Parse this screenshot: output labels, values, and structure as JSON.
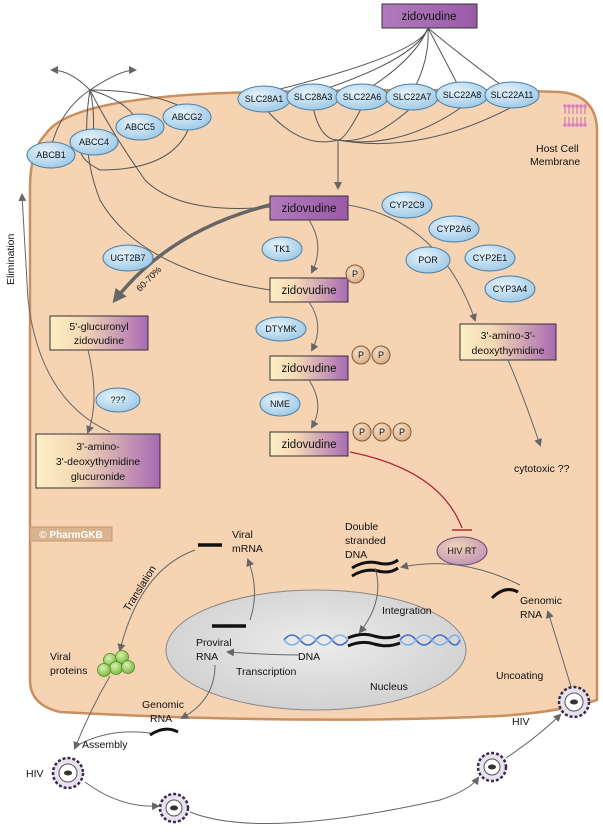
{
  "top_drug": "zidovudine",
  "membrane_label_1": "Host Cell",
  "membrane_label_2": "Membrane",
  "elimination": "Elimination",
  "importers": [
    "SLC28A1",
    "SLC28A3",
    "SLC22A6",
    "SLC22A7",
    "SLC22A8",
    "SLC22A11"
  ],
  "exporters": [
    "ABCB1",
    "ABCC4",
    "ABCC5",
    "ABCG2"
  ],
  "center_drug": "zidovudine",
  "enzymes": {
    "ugt": "UGT2B7",
    "tk1": "TK1",
    "dtymk": "DTYMK",
    "nme": "NME",
    "unknown": "???",
    "cyp2c9": "CYP2C9",
    "cyp2a6": "CYP2A6",
    "por": "POR",
    "cyp2e1": "CYP2E1",
    "cyp3a4": "CYP3A4"
  },
  "percent": "60-70%",
  "glucuronyl_1": "5'-glucuronyl",
  "glucuronyl_2": "zidovudine",
  "gluc_1": "3'-amino-",
  "gluc_2": "3'-deoxythymidine",
  "gluc_3": "glucuronide",
  "amino_1": "3'-amino-3'-",
  "amino_2": "deoxythymidine",
  "cytotoxic": "cytotoxic ??",
  "mono": "zidovudine",
  "di": "zidovudine",
  "tri": "zidovudine",
  "phosphate": "P",
  "copyright": "© PharmGKB",
  "hiv_rt": "HIV RT",
  "double_1": "Double",
  "double_2": "stranded",
  "double_3": "DNA",
  "viral_mrna_1": "Viral",
  "viral_mrna_2": "mRNA",
  "translation": "Translation",
  "integration": "Integration",
  "genomic_rna_right_1": "Genomic",
  "genomic_rna_right_2": "RNA",
  "proviral_1": "Proviral",
  "proviral_2": "RNA",
  "dna": "DNA",
  "transcription": "Transcription",
  "nucleus": "Nucleus",
  "viral_proteins_1": "Viral",
  "viral_proteins_2": "proteins",
  "genomic_rna_left_1": "Genomic",
  "genomic_rna_left_2": "RNA",
  "assembly": "Assembly",
  "uncoating": "Uncoating",
  "hiv_left": "HIV",
  "hiv_right": "HIV",
  "colors": {
    "cell": "#f5d3b3",
    "cell_edge": "#c98f5e",
    "purple": "#a86ab3",
    "box_light": "#fbe9b6",
    "bubble": "#b9d9ef",
    "nucleus": "#e0e0e0",
    "phosphate": "#e9c6a2",
    "inhibit": "#b3243c"
  }
}
